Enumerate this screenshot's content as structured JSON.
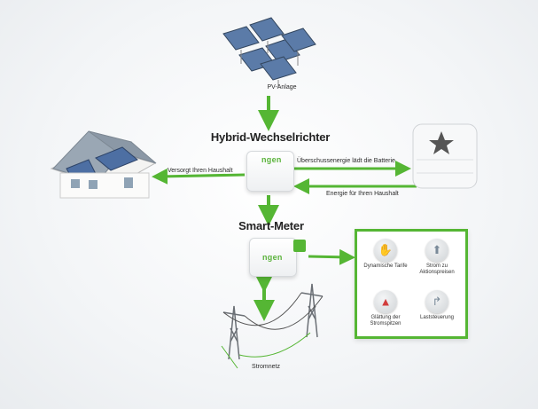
{
  "diagram": {
    "pv_label": "PV-Anlage",
    "inverter_title": "Hybrid-Wechselrichter",
    "smartmeter_title": "Smart-Meter",
    "grid_label": "Stromnetz",
    "house_arrow_label": "Versorgt Ihren Haushalt",
    "battery_charge_label": "Überschussenergie lädt die Batterie",
    "battery_discharge_label": "Energie für Ihren Haushalt",
    "brand_logo": "ngen",
    "accent_color": "#55b634"
  },
  "features": [
    {
      "label": "Dynamische Tarife",
      "icon": "handshake-icon"
    },
    {
      "label": "Strom zu Aktionspreisen",
      "icon": "price-tag-icon"
    },
    {
      "label": "Glättung der Stromspitzen",
      "icon": "peak-smoothing-icon"
    },
    {
      "label": "Laststeuerung",
      "icon": "load-control-icon"
    }
  ]
}
